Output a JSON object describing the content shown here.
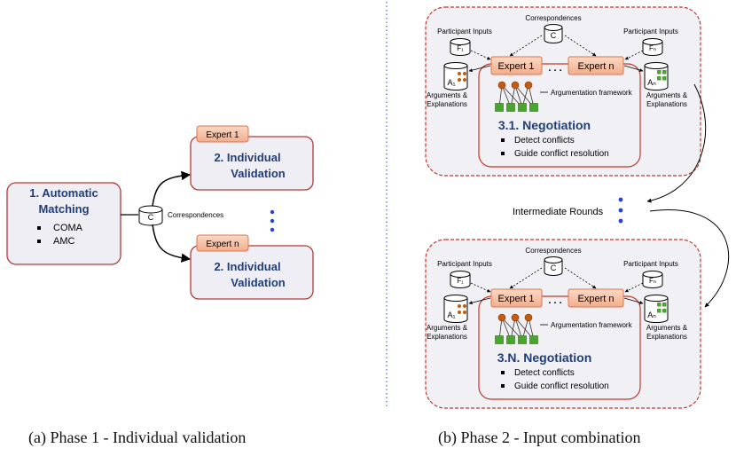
{
  "phase1": {
    "automatic_matching": {
      "title_line1": "1. Automatic",
      "title_line2": "Matching",
      "items": [
        "COMA",
        "AMC"
      ]
    },
    "correspondences_db": "C",
    "correspondences_label": "Correspondences",
    "validation_top": {
      "expert": "Expert 1",
      "title_line1": "2. Individual",
      "title_line2": "Validation"
    },
    "validation_bottom": {
      "expert": "Expert n",
      "title_line1": "2. Individual",
      "title_line2": "Validation"
    },
    "caption": "(a) Phase 1 - Individual validation"
  },
  "phase2": {
    "rounds": [
      {
        "correspondences_label": "Correspondences",
        "correspondences_db": "C",
        "participant_inputs_label": "Participant Inputs",
        "f1": "F₁",
        "fn": "Fₙ",
        "a1": "A₁",
        "an": "Aₙ",
        "expert1": "Expert 1",
        "expertn": "Expert n",
        "dots": ". . .",
        "args_line1": "Arguments &",
        "args_line2": "Explanations",
        "framework_label": "Argumentation framework",
        "negotiation_title": "3.1. Negotiation",
        "bullets": [
          "Detect conflicts",
          "Guide conflict resolution"
        ]
      },
      {
        "correspondences_label": "Correspondences",
        "correspondences_db": "C",
        "participant_inputs_label": "Participant Inputs",
        "f1": "F₁",
        "fn": "Fₙ",
        "a1": "A₁",
        "an": "Aₙ",
        "expert1": "Expert 1",
        "expertn": "Expert n",
        "dots": ". . .",
        "args_line1": "Arguments &",
        "args_line2": "Explanations",
        "framework_label": "Argumentation framework",
        "negotiation_title": "3.N. Negotiation",
        "bullets": [
          "Detect conflicts",
          "Guide conflict resolution"
        ]
      }
    ],
    "intermediate_label": "Intermediate Rounds",
    "caption": "(b) Phase 2 - Input combination"
  },
  "colors": {
    "title_blue": "#1f3e7a",
    "expert_fill": "#f7c6ad",
    "expert_stroke": "#d9774e",
    "panel_border": "#c0392b",
    "dot_blue": "#2244dd",
    "node_orange": "#c55a11",
    "node_green": "#4aa52e"
  }
}
